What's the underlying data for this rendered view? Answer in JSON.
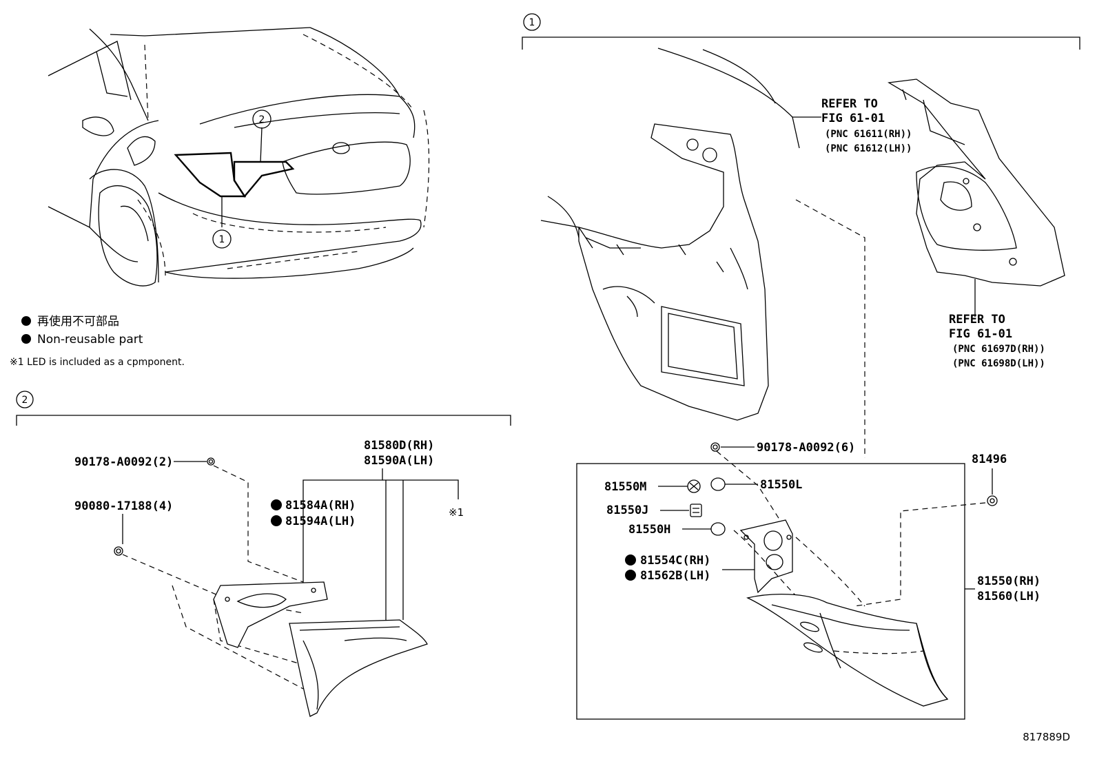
{
  "legend": {
    "non_reusable_jp": "再使用不可部品",
    "non_reusable_en": "Non-reusable part",
    "note1": "※1  LED is included as a cpmponent."
  },
  "callouts": {
    "one": "1",
    "two": "2"
  },
  "section1": {
    "refer_top_line1": "REFER TO",
    "refer_top_line2": "FIG 61-01",
    "refer_top_pnc1": "(PNC 61611(RH))",
    "refer_top_pnc2": "(PNC 61612(LH))",
    "refer_right_line1": "REFER TO",
    "refer_right_line2": "FIG 61-01",
    "refer_right_pnc1": "(PNC 61697D(RH))",
    "refer_right_pnc2": "(PNC 61698D(LH))",
    "parts": {
      "p90178_6": "90178-A0092(6)",
      "p81496": "81496",
      "p81550M": "81550M",
      "p81550L": "81550L",
      "p81550J": "81550J",
      "p81550H": "81550H",
      "p81554C": "81554C(RH)",
      "p81562B": "81562B(LH)",
      "p81550": "81550(RH)",
      "p81560": "81560(LH)"
    }
  },
  "section2": {
    "parts": {
      "p90178_2": "90178-A0092(2)",
      "p90080": "90080-17188(4)",
      "p81580D": "81580D(RH)",
      "p81590A": "81590A(LH)",
      "p81584A": "81584A(RH)",
      "p81594A": "81594A(LH)",
      "note_mark": "※1"
    }
  },
  "figure_code": "817889D"
}
